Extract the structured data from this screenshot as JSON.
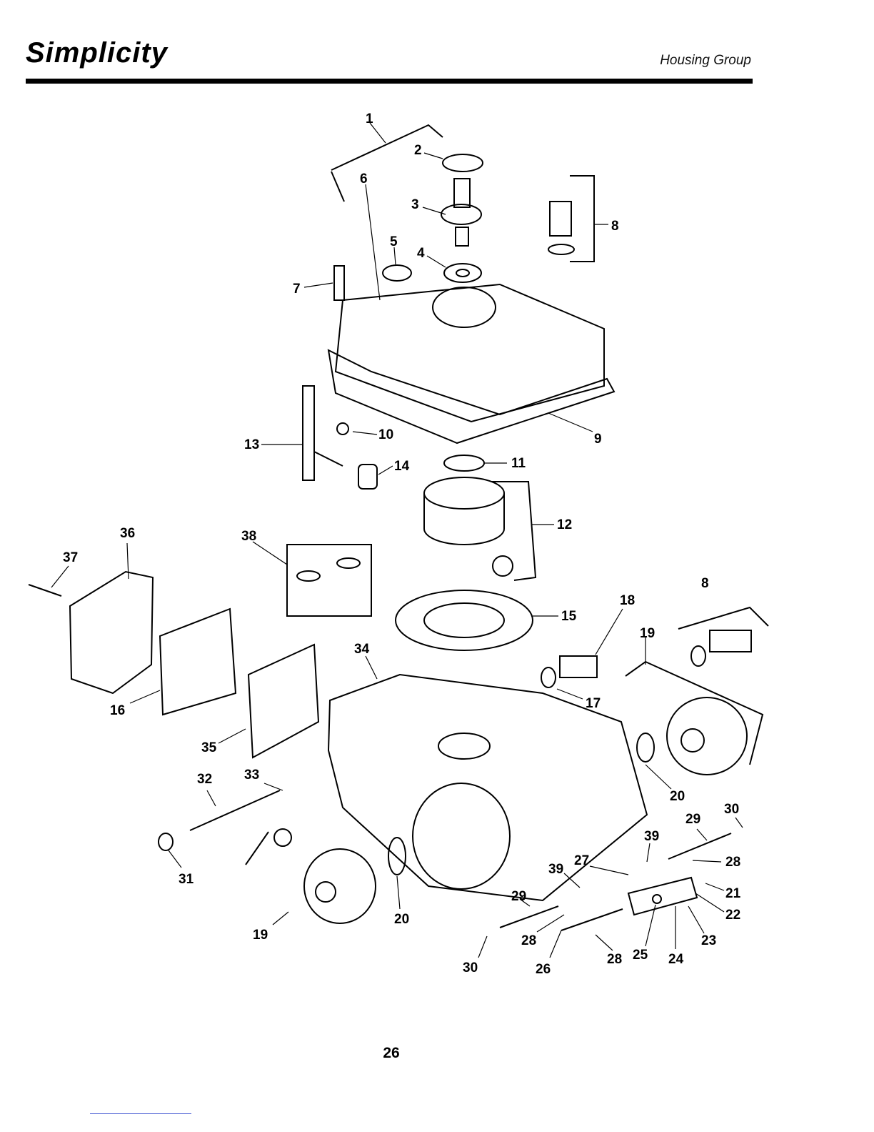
{
  "header": {
    "brand": "Simplicity",
    "section": "Housing Group"
  },
  "page": {
    "number": "26"
  },
  "callouts": [
    "1",
    "2",
    "3",
    "4",
    "5",
    "6",
    "7",
    "8",
    "9",
    "10",
    "11",
    "12",
    "13",
    "14",
    "15",
    "16",
    "17",
    "18",
    "19",
    "20",
    "21",
    "22",
    "23",
    "24",
    "25",
    "26",
    "27",
    "28",
    "29",
    "30",
    "31",
    "32",
    "33",
    "34",
    "35",
    "36",
    "37",
    "38",
    "39"
  ]
}
